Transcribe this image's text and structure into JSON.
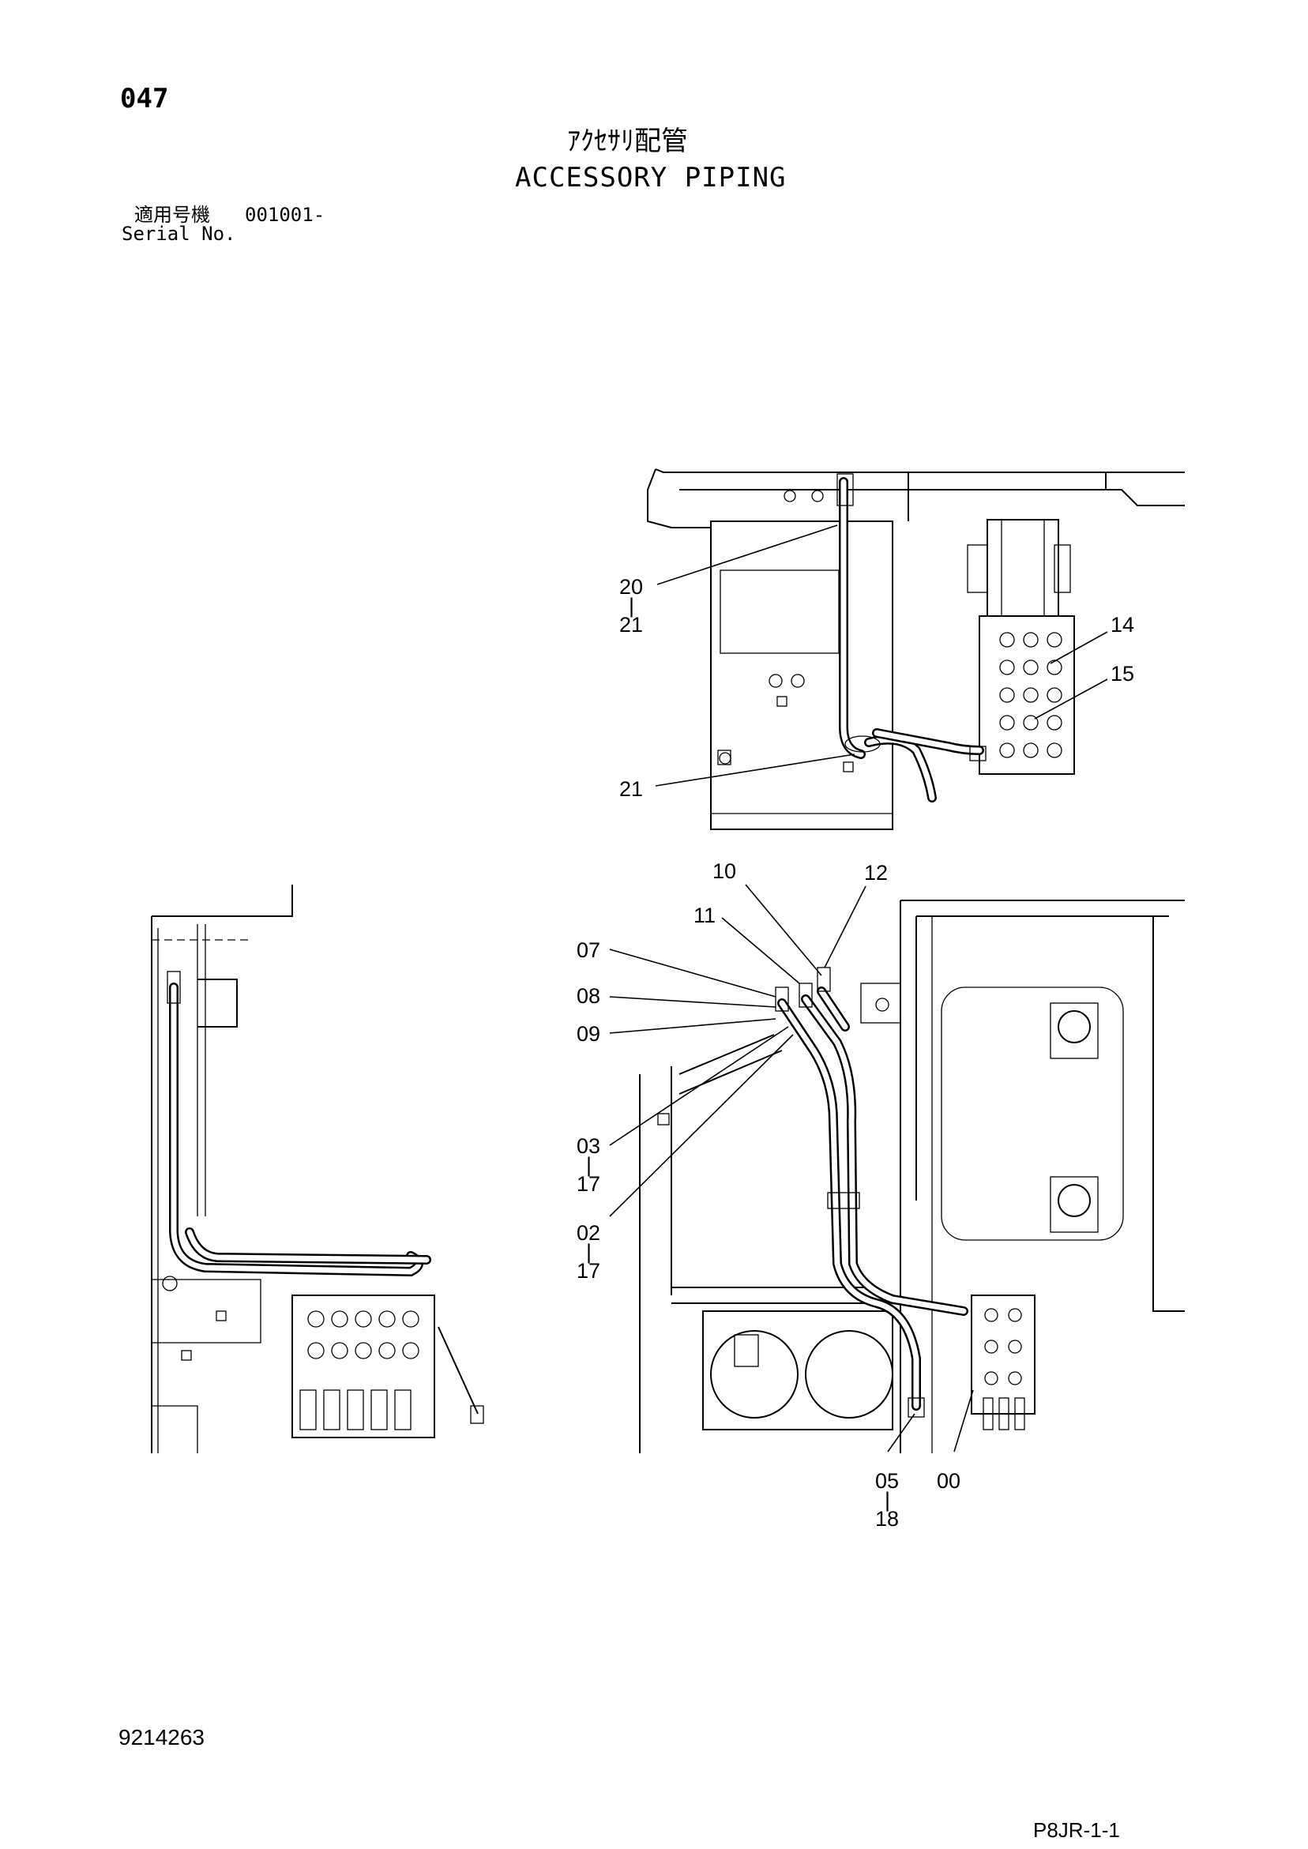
{
  "header": {
    "page_number": "047",
    "title_jp": "ｱｸｾｻﾘ配管",
    "title_en": "ACCESSORY PIPING",
    "serial_label_jp": "適用号機",
    "serial_value": "001001-",
    "serial_label_en": "Serial No."
  },
  "footer": {
    "doc_number": "9214263",
    "sheet_code": "P8JR-1-1"
  },
  "callouts": {
    "c20": "20",
    "c20_sep": "|",
    "c20_21": "21",
    "c21": "21",
    "c14": "14",
    "c15": "15",
    "c10": "10",
    "c12": "12",
    "c11": "11",
    "c07": "07",
    "c08": "08",
    "c09": "09",
    "c03": "03",
    "c03_sep": "|",
    "c03_17": "17",
    "c02": "02",
    "c02_sep": "|",
    "c02_17": "17",
    "c05": "05",
    "c05_sep": "|",
    "c05_18": "18",
    "c00": "00"
  }
}
